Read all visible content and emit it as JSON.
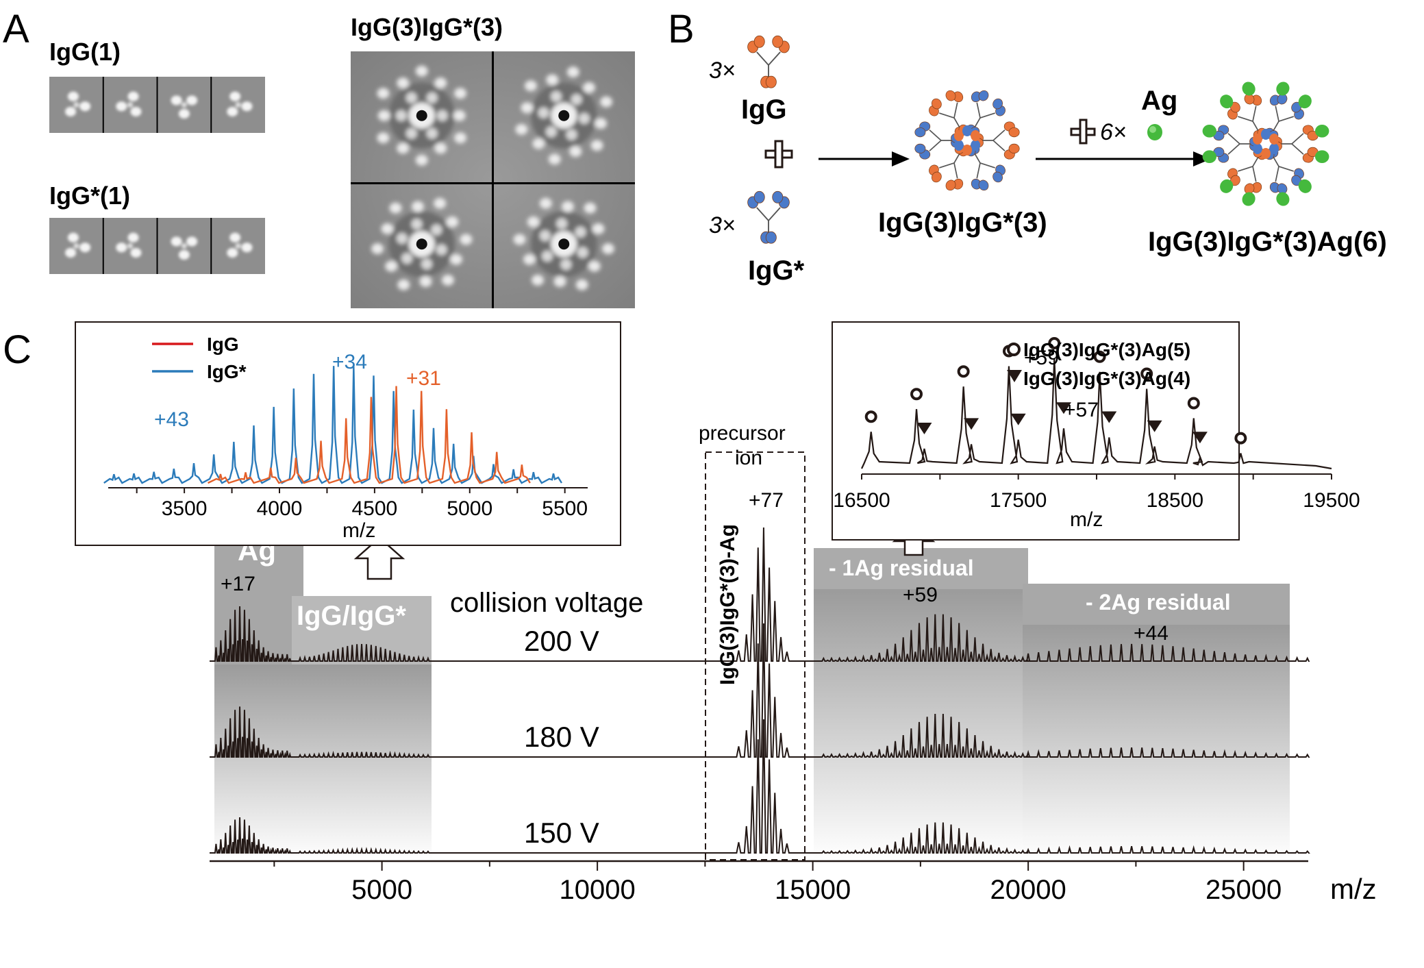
{
  "panel_a": {
    "letter": "A",
    "title_igg1": "IgG(1)",
    "title_iggstar1": "IgG*(1)",
    "title_hexamer": "IgG(3)IgG*(3)"
  },
  "panel_b": {
    "letter": "B",
    "coef_igg": "3×",
    "label_igg": "IgG",
    "plus": "+",
    "coef_iggstar": "3×",
    "label_iggstar": "IgG*",
    "label_hexamer": "IgG(3)IgG*(3)",
    "ag_label": "Ag",
    "coef_ag": "6×",
    "label_complex": "IgG(3)IgG*(3)Ag(6)",
    "colors": {
      "igg": "#e9743a",
      "iggstar": "#4b7ac9",
      "ag": "#45b93d"
    }
  },
  "panel_c": {
    "letter": "C",
    "main": {
      "axis_label": "m/z",
      "ticks": [
        "5000",
        "10000",
        "15000",
        "20000",
        "25000"
      ],
      "collision_title": "collision voltage",
      "voltages": [
        "200 V",
        "180 V",
        "150 V"
      ],
      "ag_region_label": "Ag",
      "ag_charge": "+17",
      "igg_region_label": "IgG/IgG*",
      "precursor_label_1": "precursor",
      "precursor_label_2": "ion",
      "precursor_vertical": "IgG(3)IgG*(3)-Ag",
      "precursor_charge": "+77",
      "residual1_label": "- 1Ag residual",
      "residual1_charge": "+59",
      "residual2_label": "- 2Ag residual",
      "residual2_charge": "+44"
    },
    "inset_left": {
      "legend": [
        "IgG",
        "IgG*"
      ],
      "legend_colors": [
        "#d7191c",
        "#2b7bba"
      ],
      "charge_blue_1": "+43",
      "charge_blue_2": "+34",
      "charge_orange": "+31",
      "ticks": [
        "3500",
        "4000",
        "4500",
        "5000",
        "5500"
      ],
      "axis_label": "m/z",
      "trace_colors": {
        "igg": "#e4602a",
        "iggstar": "#2b7bba"
      }
    },
    "inset_right": {
      "legend_circle": "IgG(3)IgG*(3)Ag(5)",
      "legend_triangle": "IgG(3)IgG*(3)Ag(4)",
      "charge_59": "+59",
      "charge_57": "+57",
      "ticks": [
        "16500",
        "17500",
        "18500",
        "19500"
      ],
      "axis_label": "m/z"
    }
  }
}
